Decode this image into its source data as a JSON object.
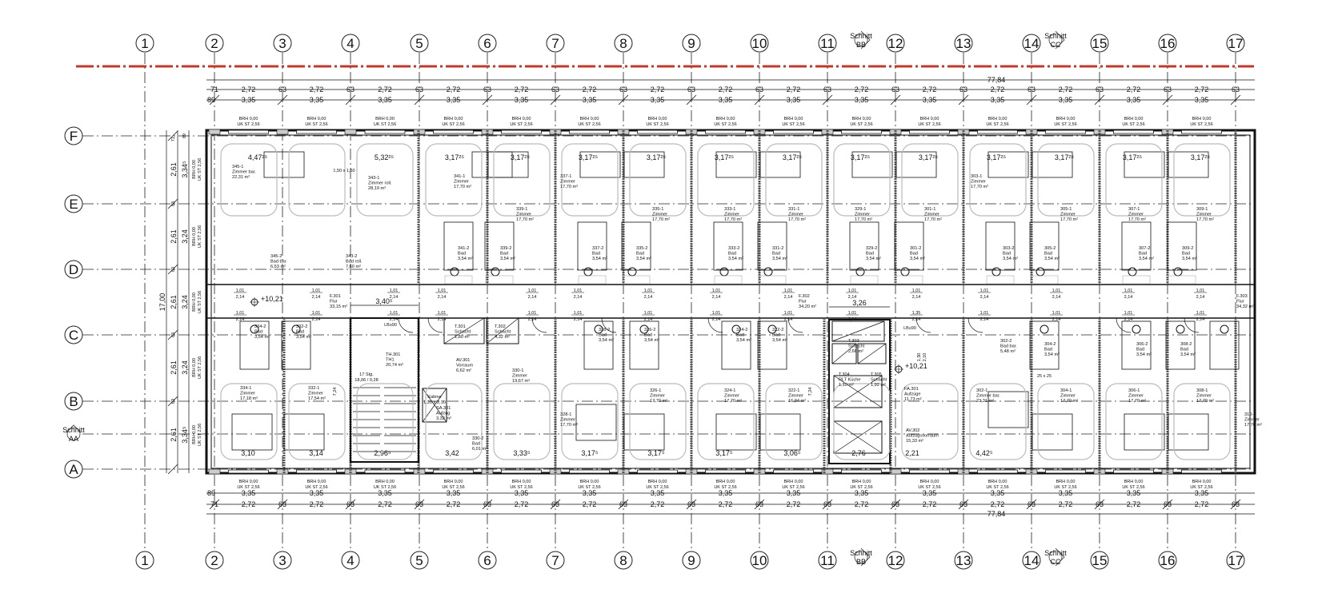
{
  "grid": {
    "columns": [
      "1",
      "2",
      "3",
      "4",
      "5",
      "6",
      "7",
      "8",
      "9",
      "10",
      "11",
      "12",
      "13",
      "14",
      "15",
      "16",
      "17"
    ],
    "rows": [
      "F",
      "E",
      "D",
      "C",
      "B",
      "A"
    ]
  },
  "section_markers": [
    {
      "label": "Schnitt",
      "id": "BB"
    },
    {
      "label": "Schnitt",
      "id": "CC"
    },
    {
      "label": "Schnitt",
      "id": "AA"
    }
  ],
  "colors": {
    "reference_line": "#c0392b",
    "lines": "#111111",
    "hatch": "#888888",
    "furniture_outline": "#bbbbbb"
  },
  "dimensions": {
    "total_length": "77,84",
    "edge_a": "71",
    "edge_b": "89",
    "pier": "63",
    "opening": "2,72",
    "bay": "3,35",
    "window_brh": "BRH 0,00",
    "window_ukst": "UK ST 2,56",
    "total_depth": "17,00",
    "depth_edge": "71",
    "depth_edge2": "89",
    "depth_opening": "2,61",
    "depth_bays": [
      "3,34⁵",
      "3,24",
      "3,24",
      "3,24",
      "3,34⁵"
    ],
    "corridor_width_1": "3,40⁵",
    "corridor_width_2": "3,26",
    "core_depth": "7,24",
    "shaft_small": "25 x 25",
    "turning_circle": "1,50 x 1,50"
  },
  "door": {
    "width": "1,01",
    "height": "2,14",
    "wide_width": "1,35",
    "fire_rating": "LB≥90",
    "double_width": "1,30",
    "double_height": "2,10"
  },
  "elevations": [
    "+10,21",
    "+10,21"
  ],
  "stair": {
    "steps": "17 Stg.",
    "ratio": "18,06 / 0,28"
  },
  "lift_cabin": {
    "label": "Kabine",
    "size": "1,20 x 2,10"
  },
  "clear_widths_top": [
    "4,47²⁵",
    "5,32²⁵",
    "3,17²⁵",
    "3,17²⁵",
    "3,17²⁵",
    "3,17²⁵",
    "3,17²⁵",
    "3,17²⁵",
    "3,17²⁵",
    "3,17²⁵",
    "3,17²⁵",
    "3,17²⁵",
    "3,17²⁵",
    "3,17²⁵"
  ],
  "clear_widths_bottom": [
    "3,10",
    "3,14",
    "2,96⁵",
    "3,42",
    "3,33⁵",
    "3,17⁵",
    "3,17⁵",
    "3,17⁵",
    "3,06⁵",
    "2,76",
    "2,21",
    "4,42⁵"
  ],
  "rooms": [
    {
      "id": "345-1",
      "name": "Zimmer bar.",
      "area": "22,31 m²"
    },
    {
      "id": "343-1",
      "name": "Zimmer roll.",
      "area": "28,19 m²"
    },
    {
      "id": "341-1",
      "name": "Zimmer",
      "area": "17,70 m²"
    },
    {
      "id": "339-1",
      "name": "Zimmer",
      "area": "17,70 m²"
    },
    {
      "id": "337-1",
      "name": "Zimmer",
      "area": "17,70 m²"
    },
    {
      "id": "335-1",
      "name": "Zimmer",
      "area": "17,70 m²"
    },
    {
      "id": "333-1",
      "name": "Zimmer",
      "area": "17,70 m²"
    },
    {
      "id": "331-1",
      "name": "Zimmer",
      "area": "17,70 m²"
    },
    {
      "id": "329-1",
      "name": "Zimmer",
      "area": "17,70 m²"
    },
    {
      "id": "301-1",
      "name": "Zimmer",
      "area": "17,70 m²"
    },
    {
      "id": "303-1",
      "name": "Zimmer",
      "area": "17,70 m²"
    },
    {
      "id": "305-1",
      "name": "Zimmer",
      "area": "17,70 m²"
    },
    {
      "id": "307-1",
      "name": "Zimmer",
      "area": "17,70 m²"
    },
    {
      "id": "309-1",
      "name": "Zimmer",
      "area": "17,70 m²"
    },
    {
      "id": "345-2",
      "name": "Bad bar.",
      "area": "6,53 m²"
    },
    {
      "id": "343-2",
      "name": "Bad roll.",
      "area": "7,60 m²"
    },
    {
      "id": "341-2",
      "name": "Bad",
      "area": "3,54 m²"
    },
    {
      "id": "339-2",
      "name": "Bad",
      "area": "3,54 m²"
    },
    {
      "id": "337-2",
      "name": "Bad",
      "area": "3,54 m²"
    },
    {
      "id": "335-2",
      "name": "Bad",
      "area": "3,54 m²"
    },
    {
      "id": "333-2",
      "name": "Bad",
      "area": "3,54 m²"
    },
    {
      "id": "331-2",
      "name": "Bad",
      "area": "3,54 m²"
    },
    {
      "id": "329-2",
      "name": "Bad",
      "area": "3,54 m²"
    },
    {
      "id": "301-2",
      "name": "Bad",
      "area": "3,54 m²"
    },
    {
      "id": "303-2",
      "name": "Bad",
      "area": "3,54 m²"
    },
    {
      "id": "305-2",
      "name": "Bad",
      "area": "3,54 m²"
    },
    {
      "id": "307-2",
      "name": "Bad",
      "area": "3,54 m²"
    },
    {
      "id": "309-2",
      "name": "Bad",
      "area": "3,54 m²"
    },
    {
      "id": "F.301",
      "name": "Flur",
      "area": "33,15 m²"
    },
    {
      "id": "F.302",
      "name": "Flur",
      "area": "34,20 m²"
    },
    {
      "id": "F.303",
      "name": "Flur",
      "area": "34,32 m²"
    },
    {
      "id": "334-2",
      "name": "Bad",
      "area": "3,54 m²"
    },
    {
      "id": "332-2",
      "name": "Bad",
      "area": "3,54 m²"
    },
    {
      "id": "TH.301",
      "name": "TH1",
      "area": "20,74 m²"
    },
    {
      "id": "T.301",
      "name": "Schacht",
      "area": "1,80 m²"
    },
    {
      "id": "T.302",
      "name": "Schacht",
      "area": "4,32 m²"
    },
    {
      "id": "AV.301",
      "name": "Vorraum",
      "area": "6,62 m²"
    },
    {
      "id": "330-1",
      "name": "Zimmer",
      "area": "19,67 m²"
    },
    {
      "id": "SA.301",
      "name": "Aufzug",
      "area": "3,32 m²"
    },
    {
      "id": "330-2",
      "name": "Bad",
      "area": "6,01 m²"
    },
    {
      "id": "328-2",
      "name": "Bad",
      "area": "3,54 m²"
    },
    {
      "id": "326-2",
      "name": "Bad",
      "area": "3,54 m²"
    },
    {
      "id": "324-2",
      "name": "Bad",
      "area": "3,54 m²"
    },
    {
      "id": "322-2",
      "name": "Bad",
      "area": "3,54 m²"
    },
    {
      "id": "T.303",
      "name": "Schacht",
      "area": "2,66 m²"
    },
    {
      "id": "T.304",
      "name": "RLT Küche",
      "area": "1,10 m²"
    },
    {
      "id": "T.305",
      "name": "Schacht",
      "area": "1,92 m²"
    },
    {
      "id": "FA.301",
      "name": "Aufzüge",
      "area": "11,73 m²"
    },
    {
      "id": "AV.302",
      "name": "Aufzugsvorraum",
      "area": "15,33 m²"
    },
    {
      "id": "302-2",
      "name": "Bad bar.",
      "area": "5,48 m²"
    },
    {
      "id": "304-2",
      "name": "Bad",
      "area": "3,54 m²"
    },
    {
      "id": "306-2",
      "name": "Bad",
      "area": "3,54 m²"
    },
    {
      "id": "308-2",
      "name": "Bad",
      "area": "3,54 m²"
    },
    {
      "id": "334-1",
      "name": "Zimmer",
      "area": "17,18 m²"
    },
    {
      "id": "332-1",
      "name": "Zimmer",
      "area": "17,54 m²"
    },
    {
      "id": "328-1",
      "name": "Zimmer",
      "area": "17,70 m²"
    },
    {
      "id": "326-1",
      "name": "Zimmer",
      "area": "17,70 m²"
    },
    {
      "id": "324-1",
      "name": "Zimmer",
      "area": "17,70 m²"
    },
    {
      "id": "322-1",
      "name": "Zimmer",
      "area": "16,94 m²"
    },
    {
      "id": "302-1",
      "name": "Zimmer bar.",
      "area": "23,31 m²"
    },
    {
      "id": "304-1",
      "name": "Zimmer",
      "area": "17,70 m²"
    },
    {
      "id": "306-1",
      "name": "Zimmer",
      "area": "17,70 m²"
    },
    {
      "id": "308-1",
      "name": "Zimmer",
      "area": "17,70 m²"
    },
    {
      "id": "310-1",
      "name": "Zimmer",
      "area": "17,70 m²"
    }
  ]
}
